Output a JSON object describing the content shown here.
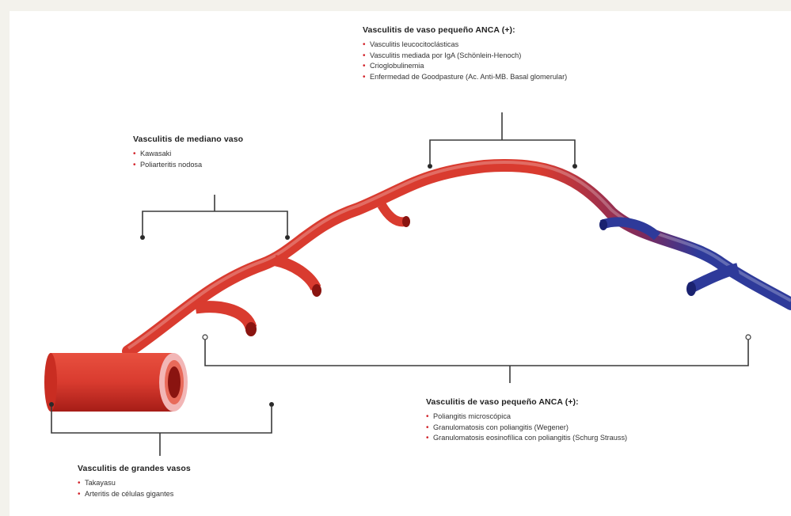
{
  "colors": {
    "artery": "#d93b2f",
    "artery_dark": "#a61d17",
    "vein": "#2e3a9a",
    "lumen": "#8a1410",
    "bracket": "#3a3a3a",
    "bullet": "#d2232a"
  },
  "small_vessel_anca_neg": {
    "title": "Vasculitis de vaso pequeño ANCA (+):",
    "items": [
      "Vasculitis leucocitoclásticas",
      "Vasculitis mediada por IgA (Schönlein-Henoch)",
      "Crioglobulinemia",
      "Enfermedad de Goodpasture (Ac. Anti-MB. Basal glomerular)"
    ]
  },
  "medium_vessel": {
    "title": "Vasculitis de mediano vaso",
    "items": [
      "Kawasaki",
      "Poliarteritis nodosa"
    ]
  },
  "small_vessel_anca_pos": {
    "title": "Vasculitis de vaso pequeño ANCA (+):",
    "items": [
      "Poliangitis microscópica",
      "Granulomatosis con poliangitis (Wegener)",
      "Granulomatosis eosinofílica con poliangitis (Schurg Strauss)"
    ]
  },
  "large_vessel": {
    "title": "Vasculitis de grandes vasos",
    "items": [
      "Takayasu",
      "Arteritis de células gigantes"
    ]
  }
}
